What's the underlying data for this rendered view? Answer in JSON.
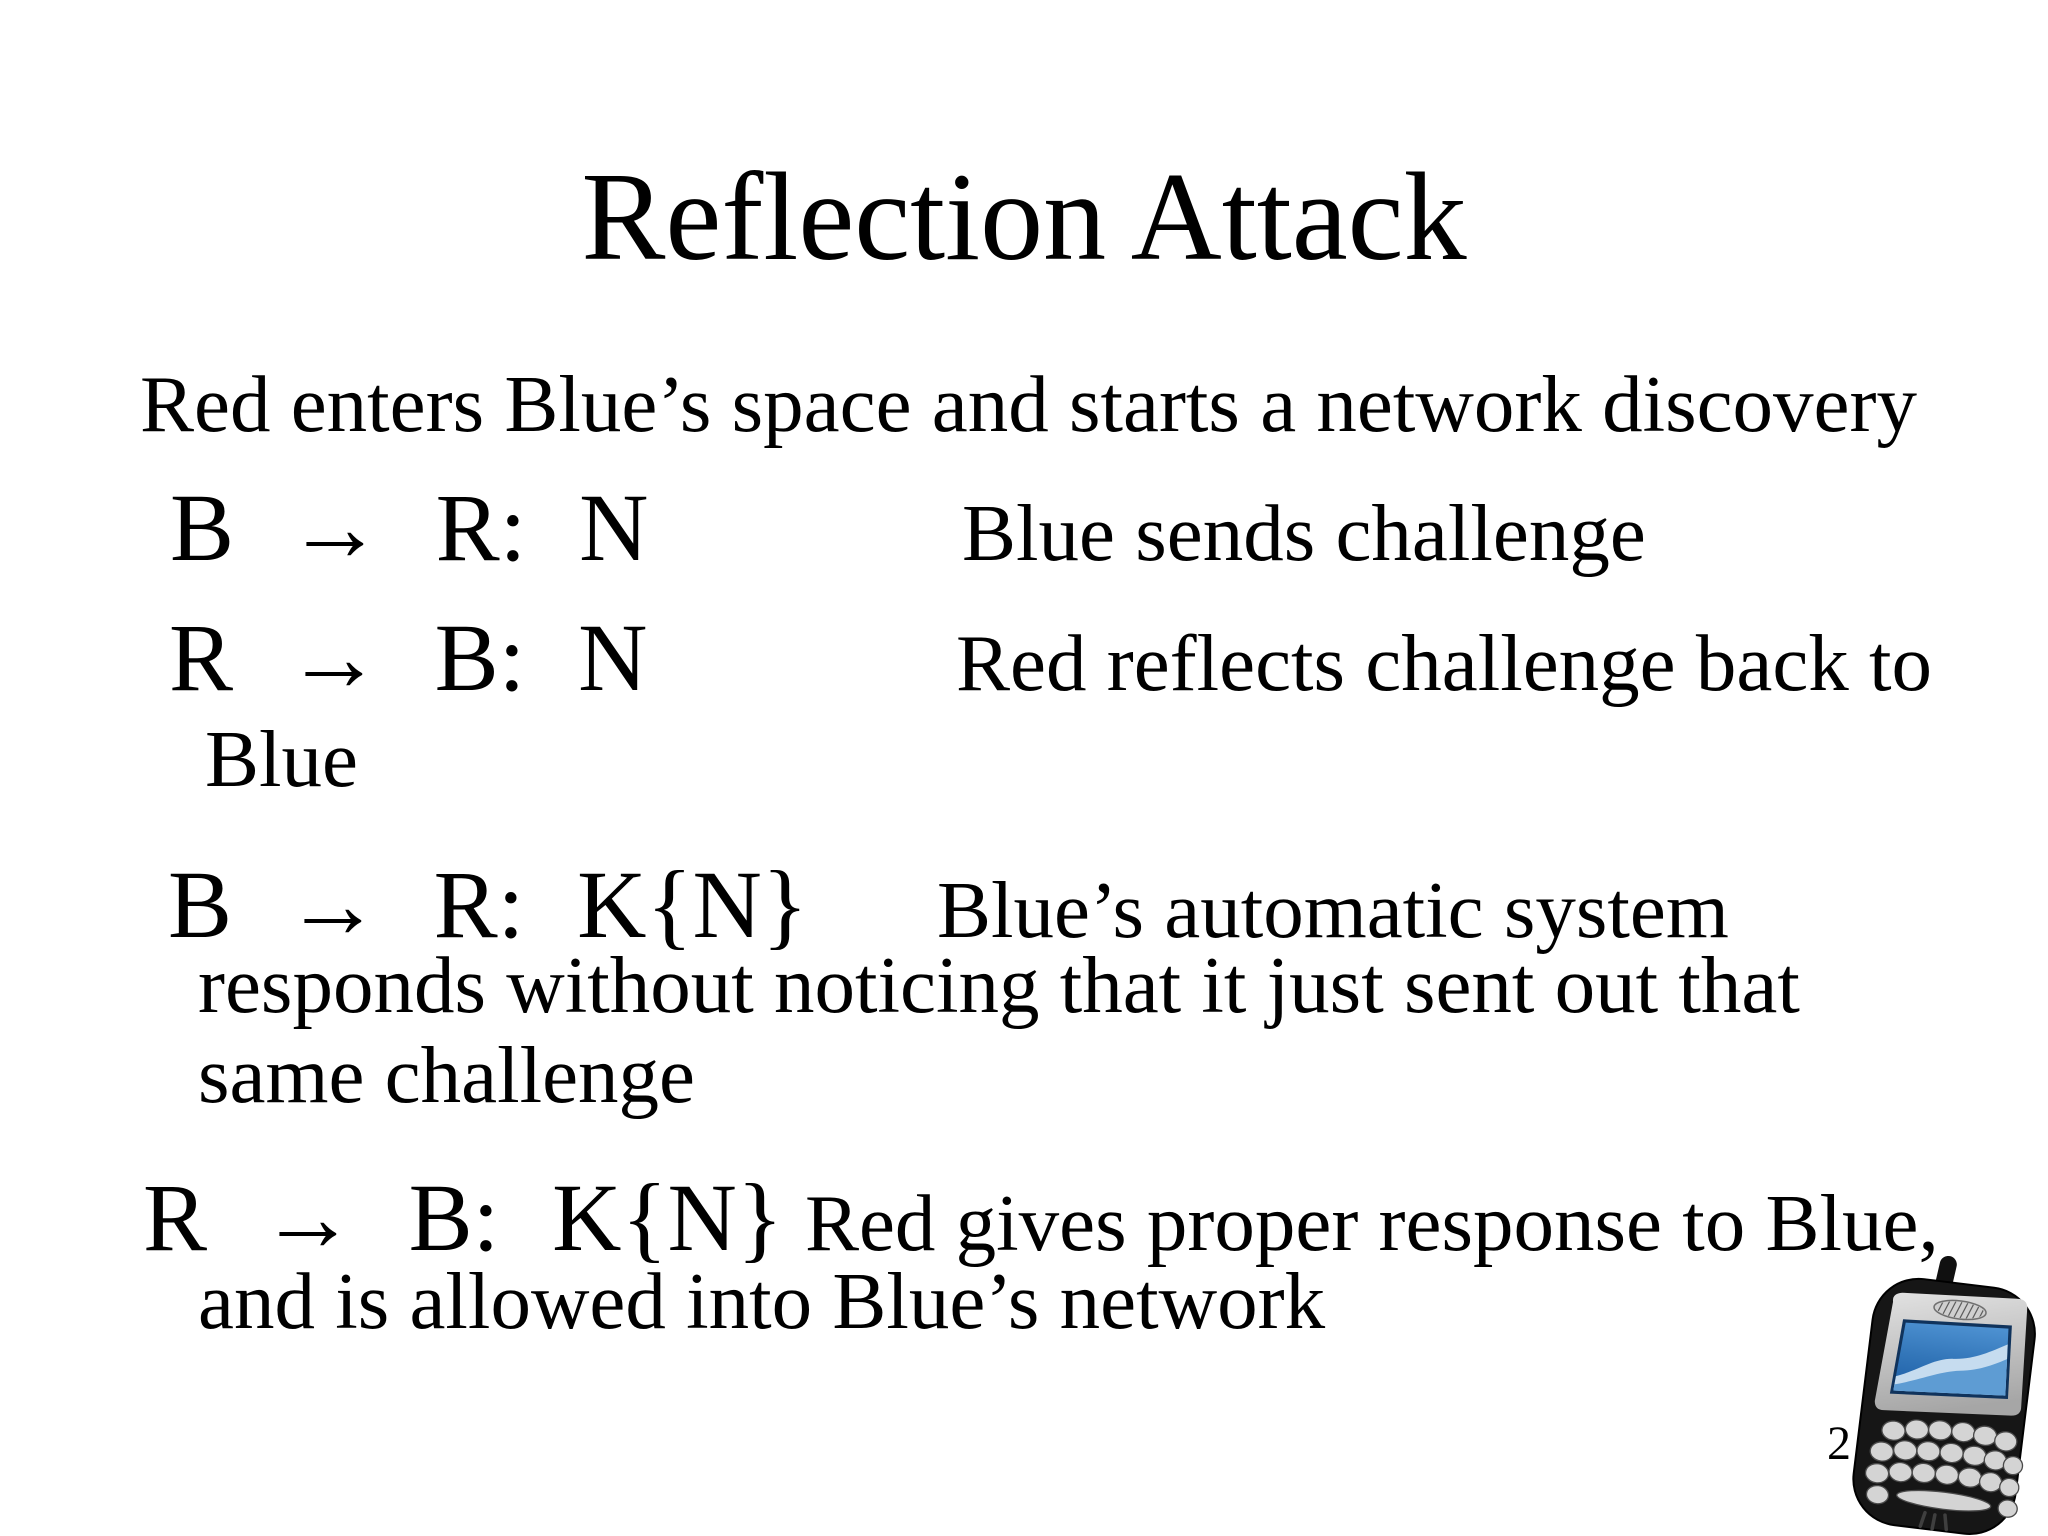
{
  "slide": {
    "title": "Reflection Attack",
    "page_number": "2",
    "background": "#ffffff",
    "text_color": "#000000",
    "rows": [
      {
        "text": "Red enters Blue’s space and starts a network discovery"
      },
      {
        "proto": "B → R: N",
        "desc": "Blue sends challenge"
      },
      {
        "proto": "R → B: N",
        "desc": "Red reflects challenge back to"
      },
      {
        "text": "Blue"
      },
      {
        "proto": "B → R: K{N}",
        "desc": "Blue’s automatic system"
      },
      {
        "text": "responds without noticing that it just sent out that"
      },
      {
        "text": "same challenge"
      },
      {
        "proto": "R → B: K{N}",
        "desc": "Red gives proper response to Blue,"
      },
      {
        "text": "and is allowed into Blue’s network"
      }
    ],
    "items": [
      {
        "protocol": "B → R: N",
        "description": "Blue sends challenge"
      },
      {
        "protocol": "R → B: N",
        "description": "Red reflects challenge back to Blue"
      },
      {
        "protocol": "B → R: K{N}",
        "description": "Blue’s automatic system responds without noticing that it just sent out that same challenge"
      },
      {
        "protocol": "R → B: K{N}",
        "description": "Red gives proper response to Blue, and is allowed into Blue’s network"
      }
    ],
    "phone": {
      "name": "handheld-phone-clipart",
      "body_black": "#161616",
      "bezel_gray": "#cdcdcd",
      "key_gray": "#d4d4d4",
      "screen_blue": "#3376b9",
      "screen_blue_dark": "#1c5ea6",
      "screen_wave_light": "#c6dcef"
    }
  }
}
